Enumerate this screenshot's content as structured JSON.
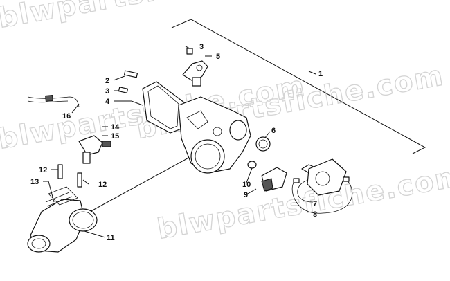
{
  "watermark": {
    "rows": [
      "blwpartsfiche.com",
      "blwpartsfiche.com",
      "blwpartsfiche.com",
      "blwpartsfiche.com"
    ]
  },
  "labels": [
    {
      "id": "label-3a",
      "text": "3"
    },
    {
      "id": "label-5",
      "text": "5"
    },
    {
      "id": "label-1",
      "text": "1"
    },
    {
      "id": "label-2",
      "text": "2"
    },
    {
      "id": "label-3b",
      "text": "3"
    },
    {
      "id": "label-4",
      "text": "4"
    },
    {
      "id": "label-16",
      "text": "16"
    },
    {
      "id": "label-14",
      "text": "14"
    },
    {
      "id": "label-15",
      "text": "15"
    },
    {
      "id": "label-6",
      "text": "6"
    },
    {
      "id": "label-12a",
      "text": "12"
    },
    {
      "id": "label-13",
      "text": "13"
    },
    {
      "id": "label-12b",
      "text": "12"
    },
    {
      "id": "label-10",
      "text": "10"
    },
    {
      "id": "label-9",
      "text": "9"
    },
    {
      "id": "label-7",
      "text": "7"
    },
    {
      "id": "label-8",
      "text": "8"
    },
    {
      "id": "label-11",
      "text": "11"
    }
  ]
}
